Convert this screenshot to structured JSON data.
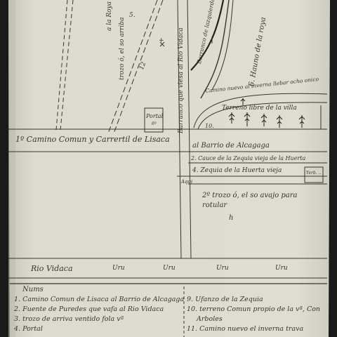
{
  "map": {
    "labels": {
      "camino_comun": "1º Camino Comun y Carrertil de Lisaca",
      "barrio": "al Barrio de Alcagaga",
      "cauce": "2. Cauce de la Zequia vieja de la Huerta",
      "zequia": "4. Zequia de la Huerta vieja",
      "trozo_rotular": "2º trozo ó, el so avajo para rotular",
      "rotular_letter": "h",
      "barranco": "Barranco de lazquierda",
      "rio_vidaca": "Rio Vidaca",
      "rio_marks": [
        "Uru",
        "Uru",
        "Uru",
        "Uru"
      ],
      "camino_nuevo": "Camino nuevo al inverna llebar ocho onico",
      "tierra": "Terreno libre de la villa",
      "tierra_num": "10.",
      "vertical_road": "Barranco que viesa al Rio Vidaca",
      "portal": "Portal",
      "portal_sub": "6º",
      "trozo_arriba": "trozo ó, el so arriba",
      "num_5": "5.",
      "num_12": "12",
      "arrow_mark": "+",
      "top_left_text": "a la Roya",
      "top_right": "6. Hauno de la roya",
      "far_right_box": "Yerb. ..",
      "acequia_mark": "Aqui"
    },
    "legend": {
      "title": "Nums",
      "left_items": [
        "1. Camino Comun de Lisaca al Barrio de Alcagaga",
        "2. Fuente de Puredes que vafa al Rio Vidaca",
        "3. trozo de arriva ventido fola vª",
        "4. Portal"
      ],
      "right_items": [
        "9. Ufanzo de la Zequia",
        "10. terreno Comun propio de la vª, Con",
        "Arboles",
        "11. Camino nuevo el inverna trava"
      ]
    }
  },
  "colors": {
    "paper": "#dcdbd2",
    "ink": "#3a3526",
    "dark_ink": "#262116",
    "border": "#1a1a1a"
  }
}
